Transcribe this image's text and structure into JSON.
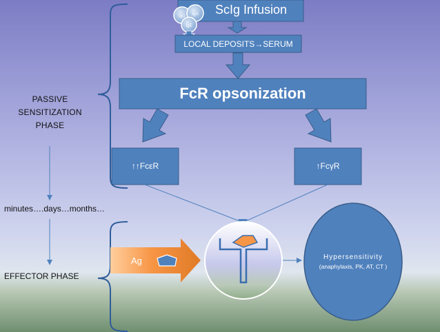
{
  "title_box": "ScIg Infusion",
  "ig_bubbles": [
    "IgG",
    "IgA",
    "IgE"
  ],
  "deposit_box": "LOCAL DEPOSITS→SERUM",
  "main_box": "FcR opsonization",
  "fce_box": "↑↑FcεR",
  "fcg_box": "↑FcγR",
  "phases": {
    "passive_lines": [
      "PASSIVE",
      "SENSITIZATION",
      "PHASE"
    ],
    "timeline": "minutes….days…months…",
    "effector": "EFFECTOR PHASE"
  },
  "antigen_label": "Ag",
  "outcome": {
    "title": "Hypersensitivity",
    "detail": "(anaphylaxis, PK, AT, CT )"
  },
  "colors": {
    "box_blue": "#4f81bd",
    "antigen_orange": "#f79646",
    "brace_blue": "#2e5c9a"
  }
}
